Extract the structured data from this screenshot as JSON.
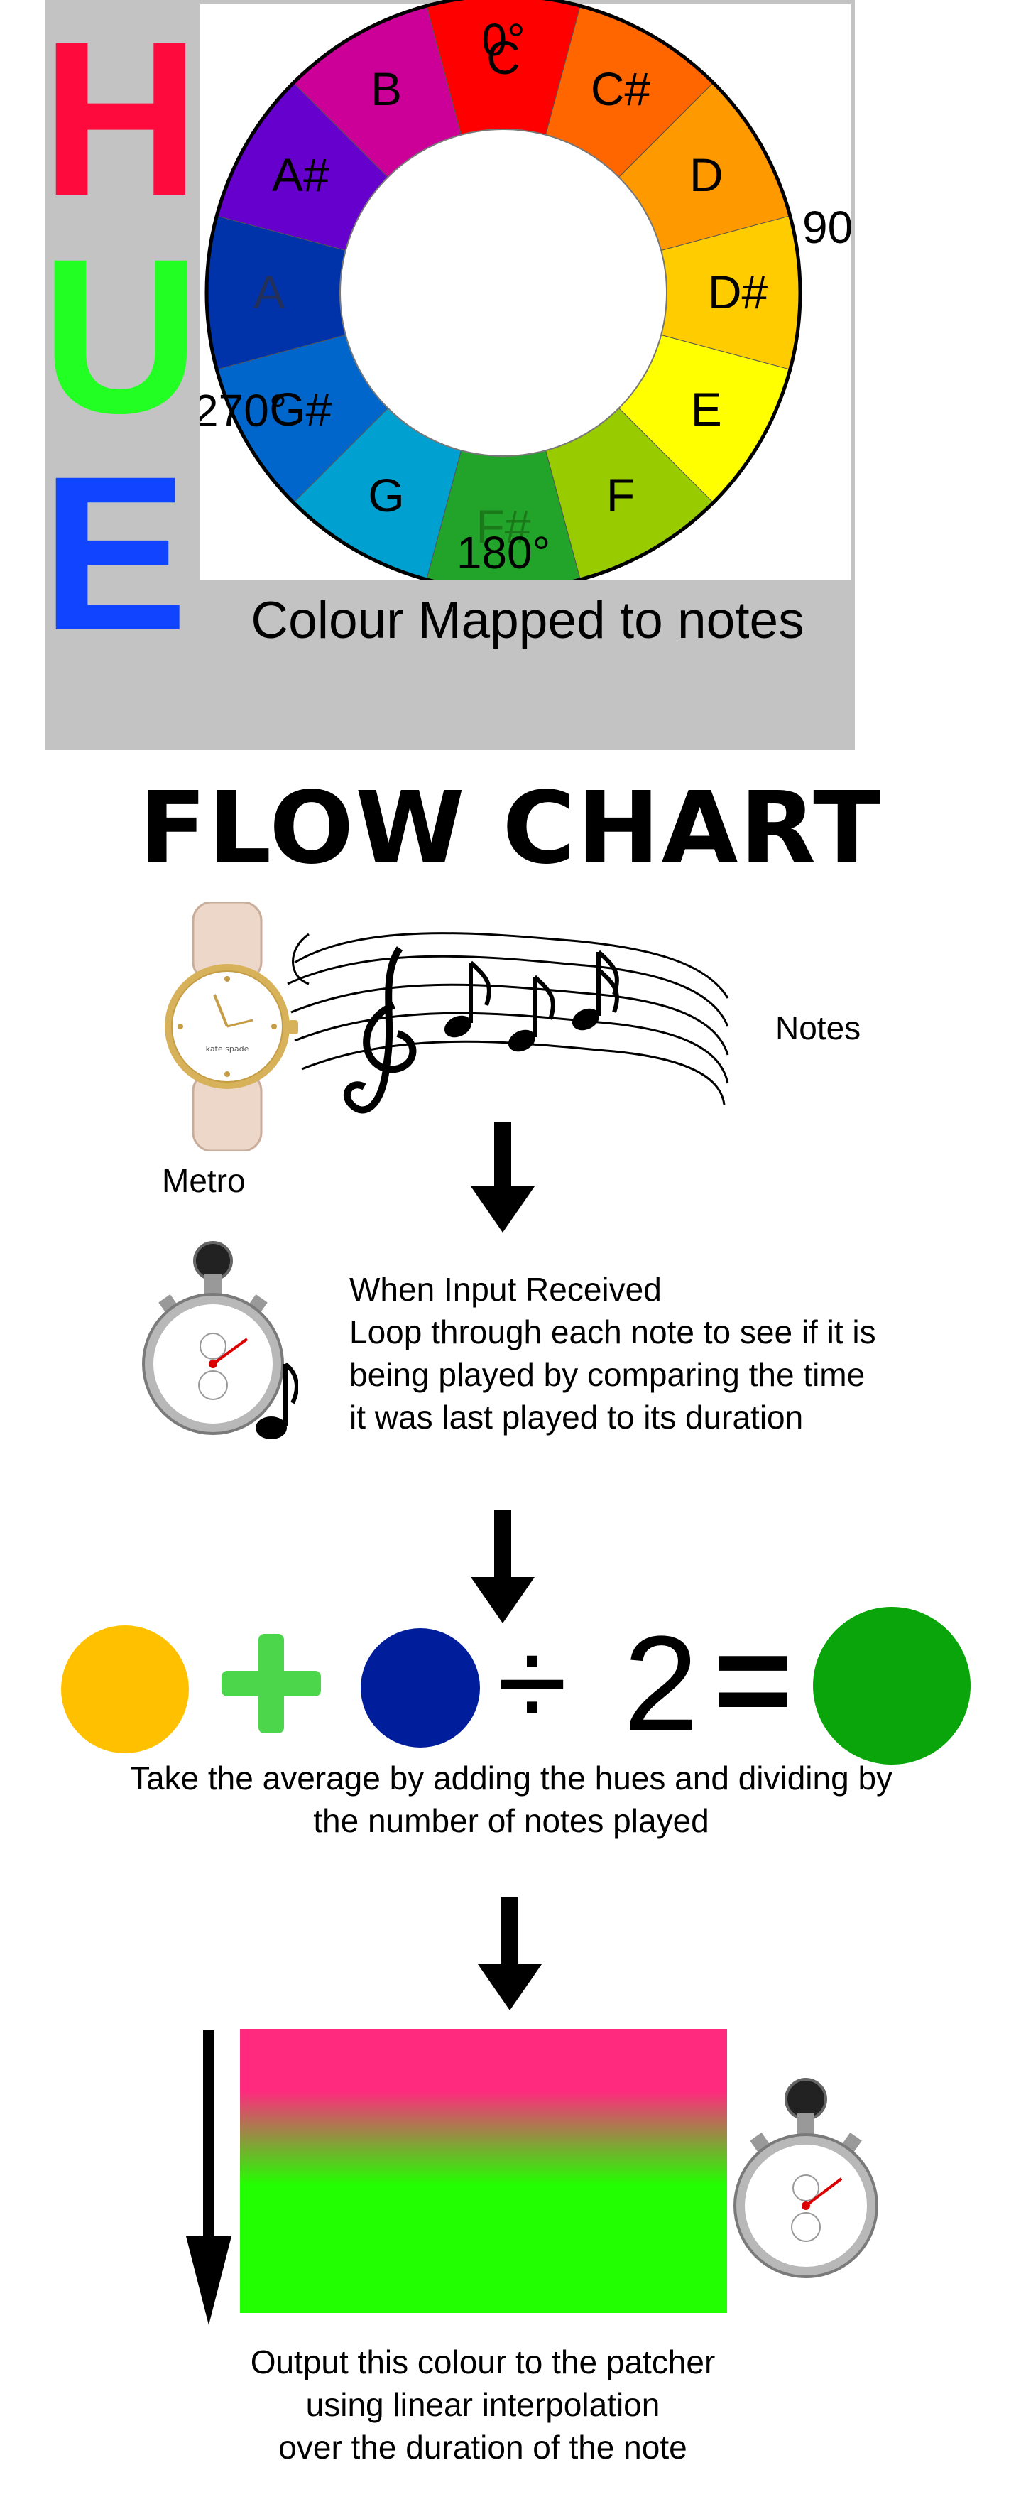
{
  "hue_panel": {
    "letters": [
      "H",
      "U",
      "E"
    ],
    "letter_colors": [
      "#ff0a3c",
      "#22ff22",
      "#1144ff"
    ],
    "caption": "Colour Mapped to notes",
    "wheel": {
      "segments": [
        {
          "note": "C",
          "color": "#ff0000"
        },
        {
          "note": "C#",
          "color": "#ff6600"
        },
        {
          "note": "D",
          "color": "#ff9900"
        },
        {
          "note": "D#",
          "color": "#ffcc00"
        },
        {
          "note": "E",
          "color": "#ffff00"
        },
        {
          "note": "F",
          "color": "#99cc00"
        },
        {
          "note": "F#",
          "color": "#22a32a"
        },
        {
          "note": "G",
          "color": "#00a0d0"
        },
        {
          "note": "G#",
          "color": "#0066cc"
        },
        {
          "note": "A",
          "color": "#0033aa"
        },
        {
          "note": "A#",
          "color": "#6600cc"
        },
        {
          "note": "B",
          "color": "#cc0099"
        }
      ],
      "degree_labels": [
        "0°",
        "90°",
        "180°",
        "270°"
      ]
    }
  },
  "flow": {
    "title": "FLOW CHART",
    "metro_label": "Metro",
    "notes_label": "Notes",
    "watch_brand": "kate spade",
    "step_input": [
      "When Input Received",
      "Loop through each note to see if it is",
      "being played by comparing the time",
      "it was last played to its duration"
    ],
    "equation": {
      "colors": [
        "#ffc000",
        "#4cd64c",
        "#001e9b",
        "#0aa50a"
      ],
      "divide": "÷",
      "number": "2",
      "equals": "="
    },
    "step_average": [
      "Take the average by adding the hues and dividing by",
      "the number of notes played"
    ],
    "gradient": {
      "from": "#ff2a7e",
      "to": "#22ff00"
    },
    "step_output": [
      "Output this colour to the patcher",
      "using linear interpolation",
      "over the duration of the note"
    ]
  }
}
